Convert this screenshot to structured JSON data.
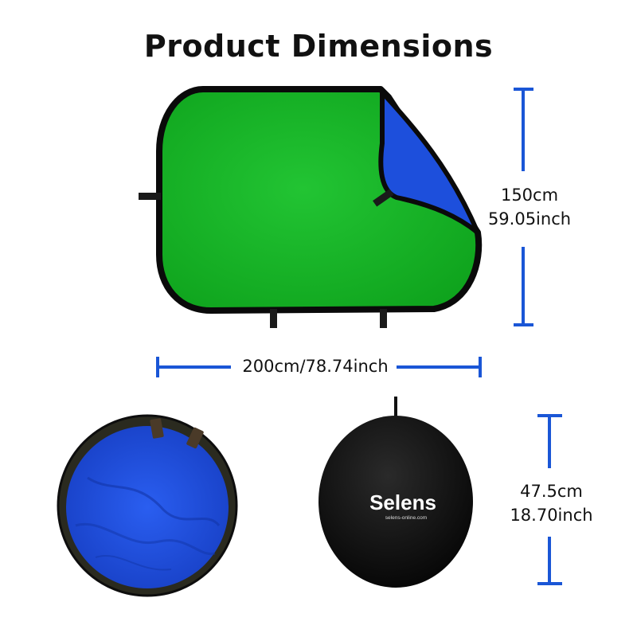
{
  "title": "Product Dimensions",
  "dimensions": {
    "width": "200cm/78.74inch",
    "height_cm": "150cm",
    "height_inch": "59.05inch",
    "folded_cm": "47.5cm",
    "folded_inch": "18.70inch"
  },
  "brand": {
    "logo": "Selens",
    "website": "selens-online.com"
  },
  "colors": {
    "measure_line": "#1a56d6",
    "green_side": "#11b722",
    "blue_side": "#1d4fdc",
    "black_case": "#0b0b0b"
  }
}
